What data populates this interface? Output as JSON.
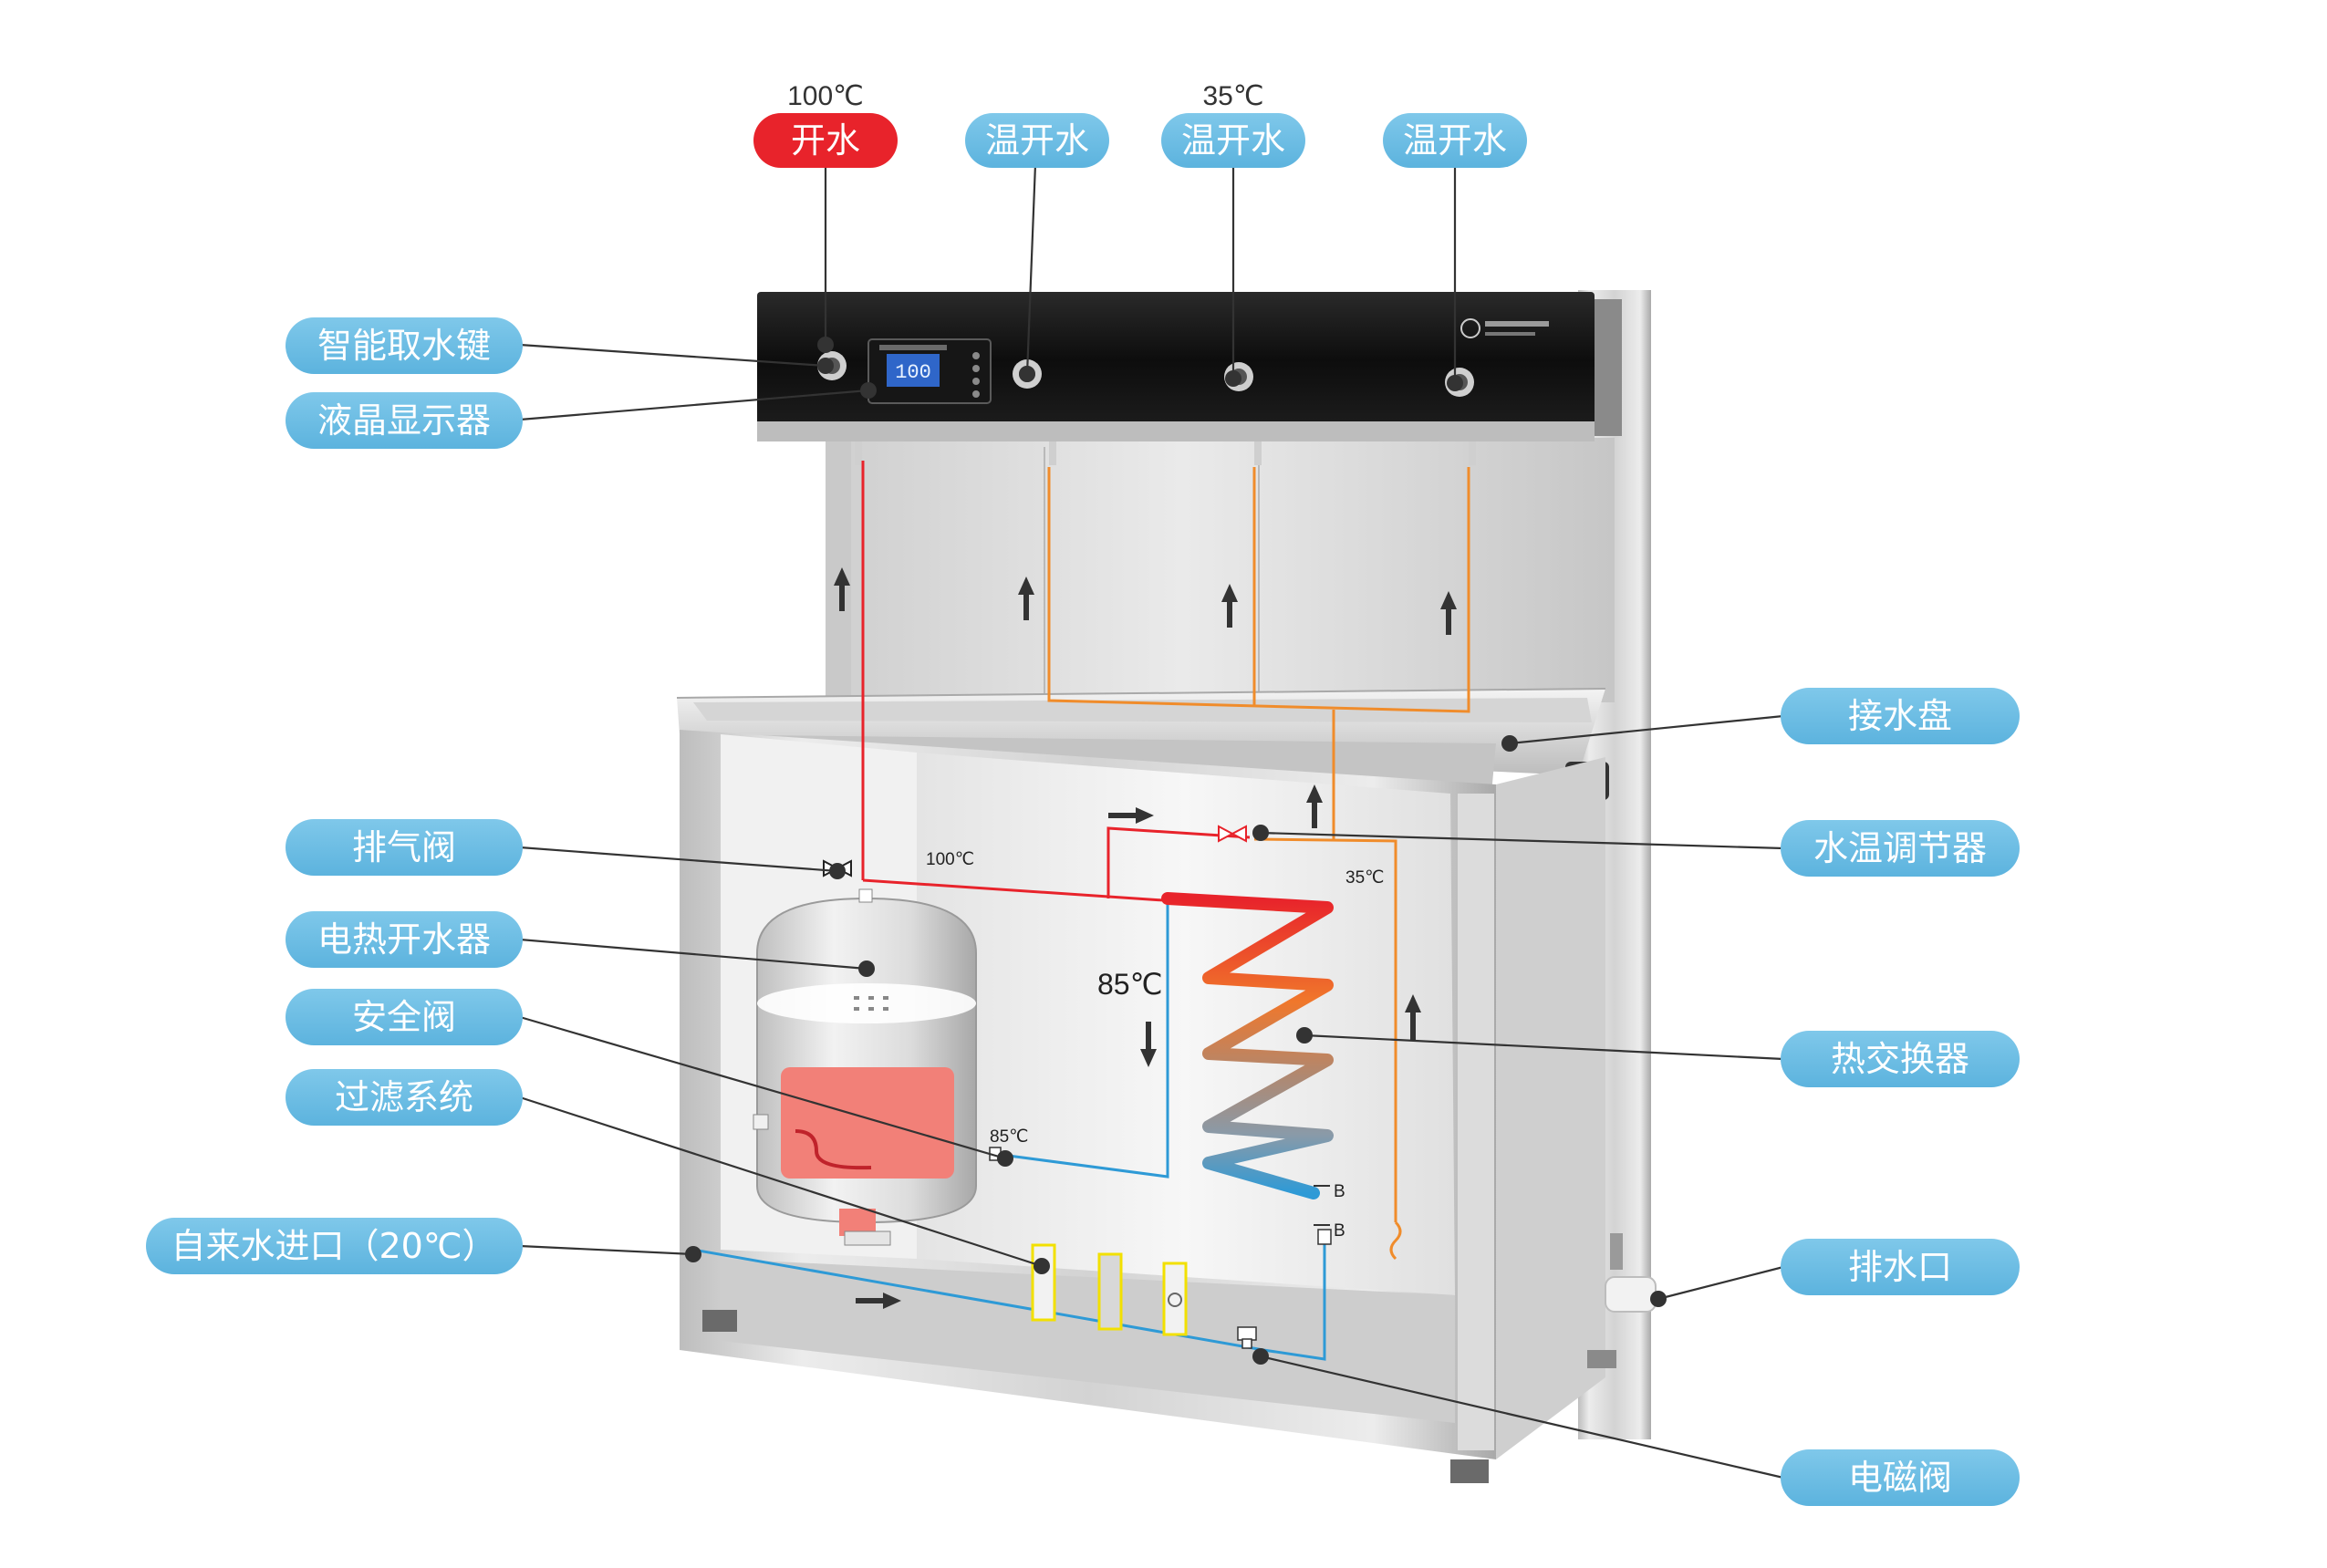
{
  "top_labels": {
    "boiling": {
      "temp": "100℃",
      "label": "开水"
    },
    "warm_1": {
      "label": "温开水"
    },
    "warm_2": {
      "temp": "35℃",
      "label": "温开水"
    },
    "warm_3": {
      "label": "温开水"
    }
  },
  "left_labels": {
    "smart_key": "智能取水键",
    "lcd": "液晶显示器",
    "vent_valve": "排气阀",
    "boiler": "电热开水器",
    "safety_valve": "安全阀",
    "filter": "过滤系统",
    "inlet": "自来水进口（20℃）"
  },
  "right_labels": {
    "drip_tray": "接水盘",
    "thermostat": "水温调节器",
    "heat_exchanger": "热交换器",
    "drain": "排水口",
    "solenoid": "电磁阀"
  },
  "inline_text": {
    "hot_pipe_temp": "100℃",
    "warm_pipe_temp": "35℃",
    "exchanger_temp": "85℃",
    "boiler_out_temp": "85℃",
    "marker_b_top": "B",
    "marker_b_bottom": "B"
  },
  "lcd_display": {
    "reading": "100"
  },
  "colors": {
    "label_blue": "#6bbde3",
    "label_red": "#e8232b",
    "hot_pipe": "#e8232b",
    "warm_pipe": "#f08c2b",
    "cold_pipe": "#2e9ad6",
    "panel_black": "#101010"
  }
}
